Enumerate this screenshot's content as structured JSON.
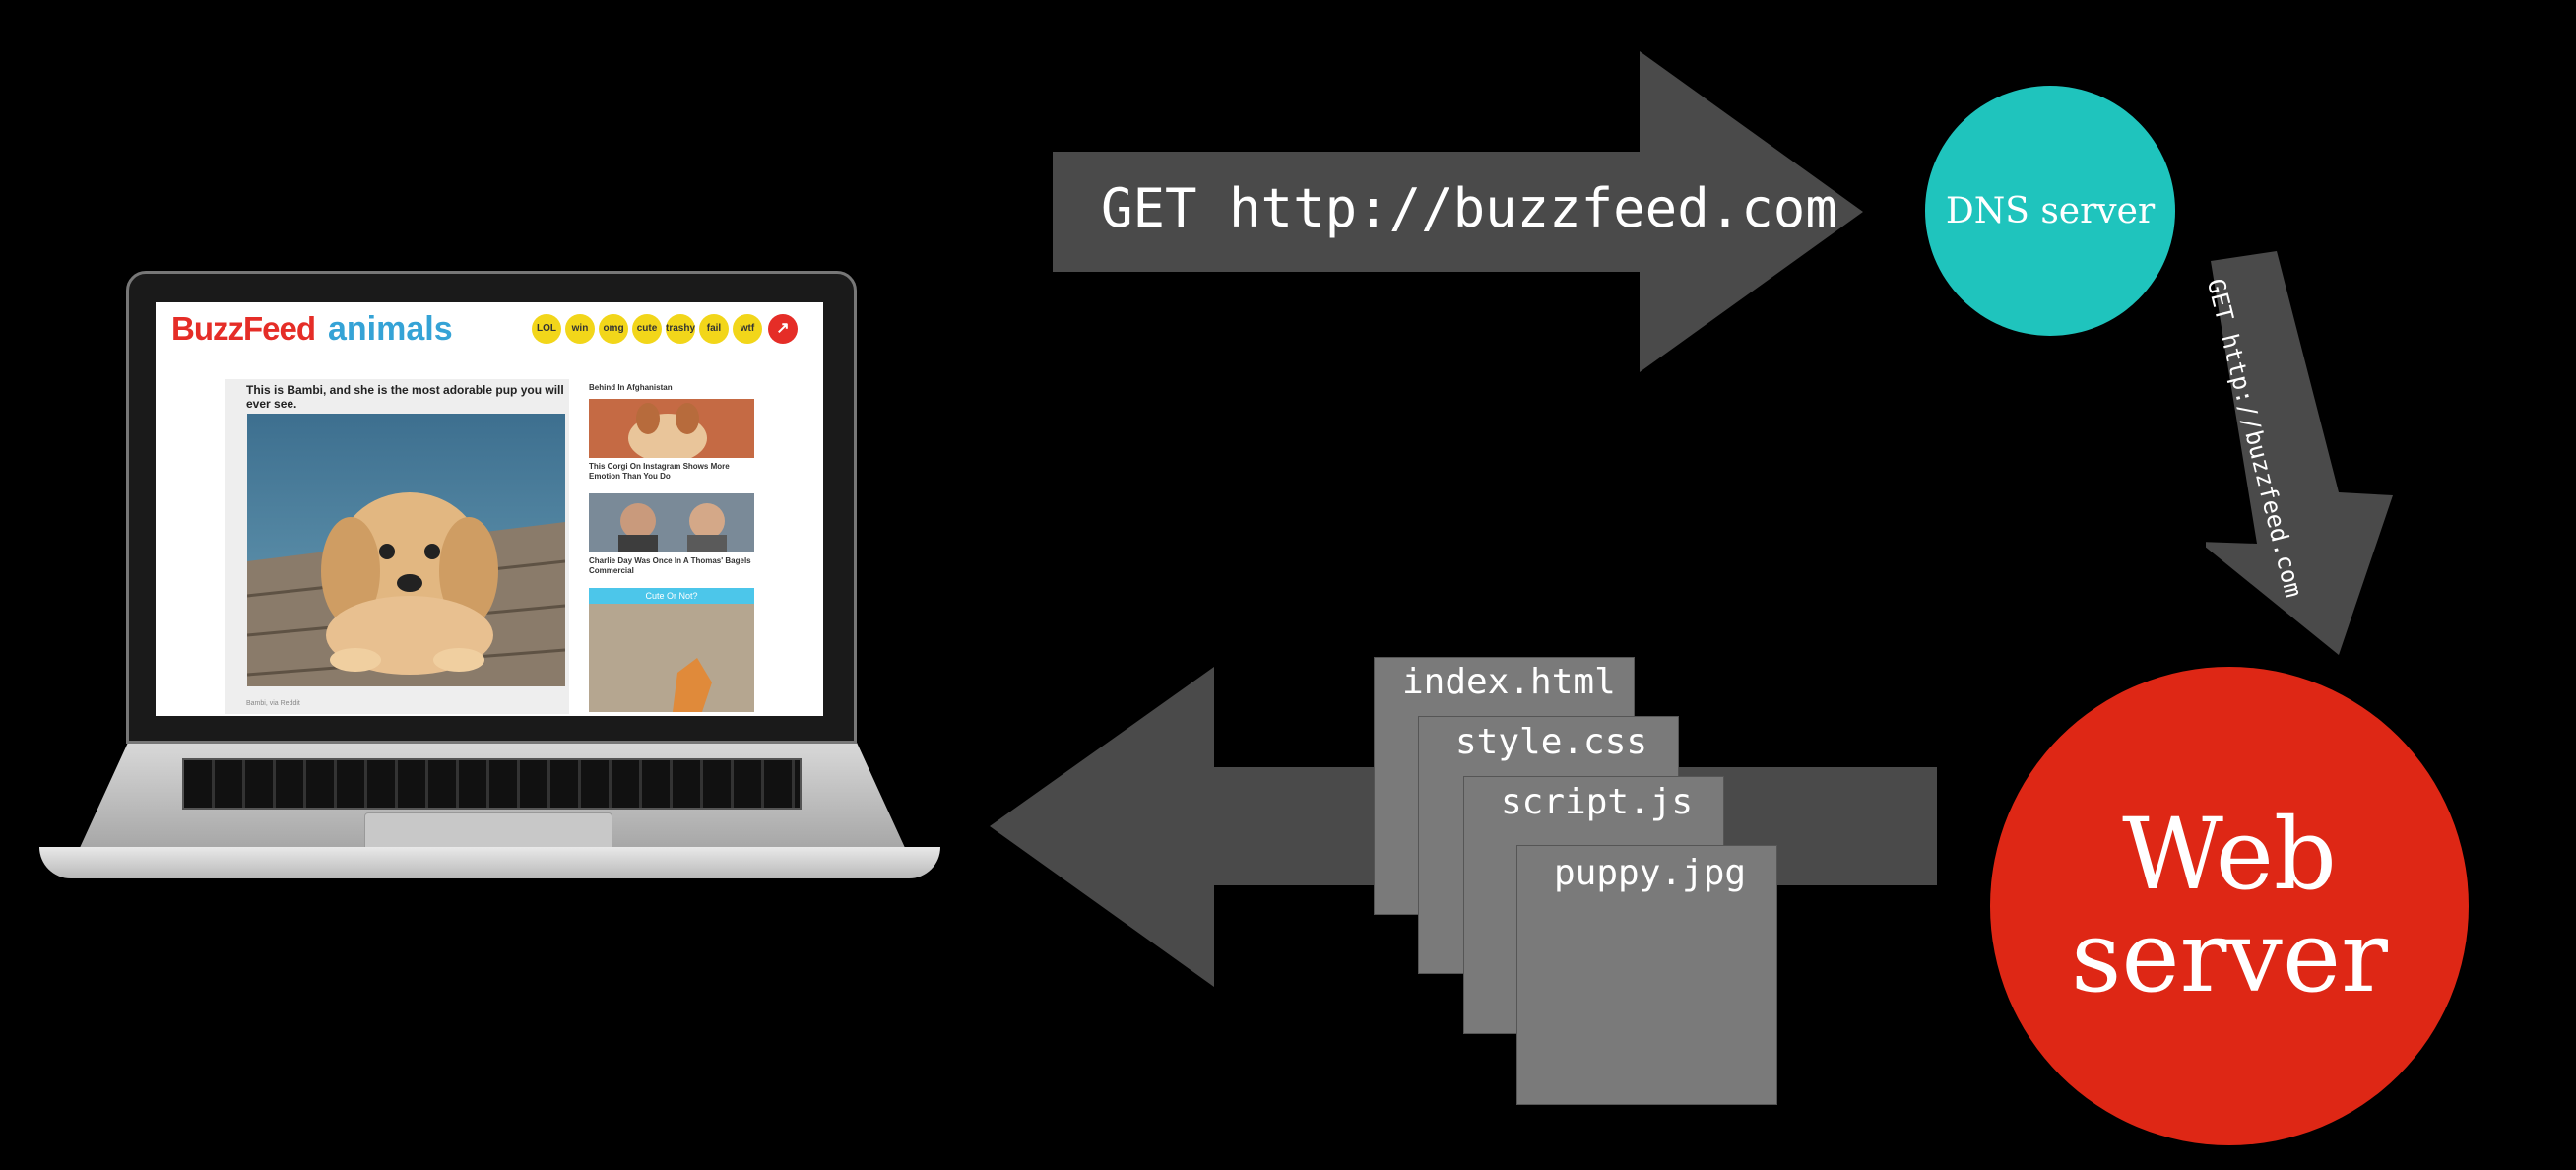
{
  "request_label": "GET http://buzzfeed.com",
  "forward_label": "GET http://buzzfeed.com",
  "dns_server_label": "DNS server",
  "web_server_label_line1": "Web",
  "web_server_label_line2": "server",
  "files": [
    "index.html",
    "style.css",
    "script.js",
    "puppy.jpg"
  ],
  "colors": {
    "background": "#000000",
    "arrow": "#4a4a4a",
    "dns": "#1fc4bd",
    "web_server": "#de2715",
    "file": "#7a7a7a"
  },
  "browser": {
    "logo": "BuzzFeed",
    "section": "animals",
    "badges": [
      "LOL",
      "win",
      "omg",
      "cute",
      "trashy",
      "fail",
      "wtf"
    ],
    "headline": "This is Bambi, and she is the most adorable pup you will ever see.",
    "sidebar_title": "Behind In Afghanistan",
    "side_story_1": "This Corgi On Instagram Shows More Emotion Than You Do",
    "side_story_2": "Charlie Day Was Once In A Thomas' Bagels Commercial",
    "cute_bar": "Cute Or Not?",
    "footnote": "Bambi, via Reddit"
  }
}
